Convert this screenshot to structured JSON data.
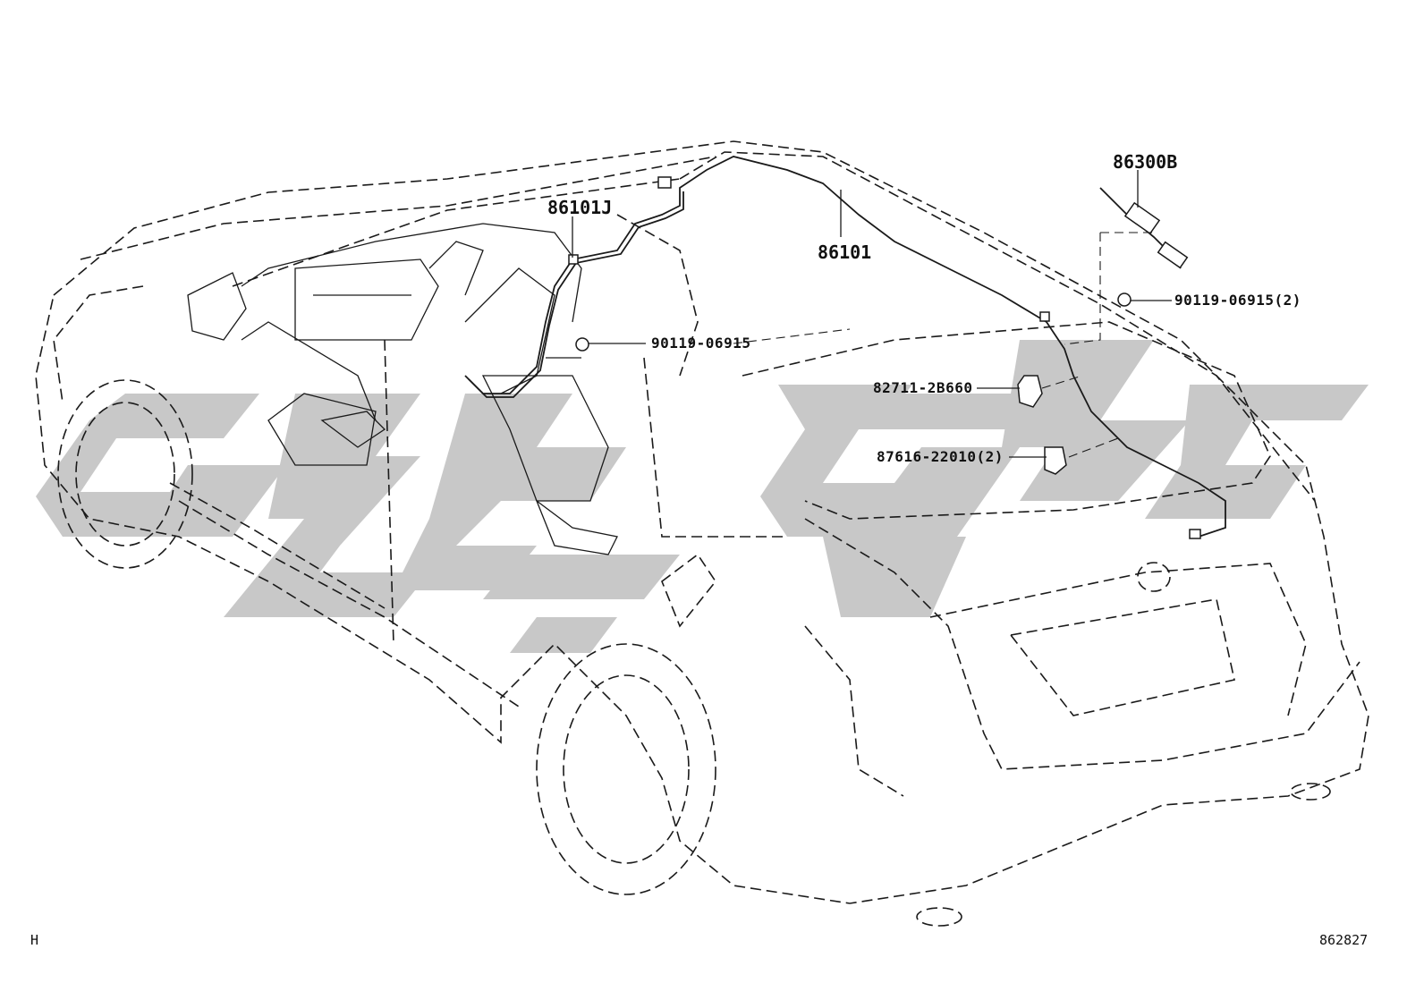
{
  "diagram": {
    "part_labels": {
      "wire_front": "86101J",
      "wire_main": "86101",
      "amp_assembly": "86300B",
      "bolt_front": "90119-06915",
      "bolt_rear": "90119-06915(2)",
      "clamp": "82711-2B660",
      "clip": "87616-22010(2)"
    },
    "corner_marks": {
      "left": "H",
      "right": "862827"
    },
    "watermark_color": "#c8c8c8",
    "line_color": "#1a1a1a"
  }
}
